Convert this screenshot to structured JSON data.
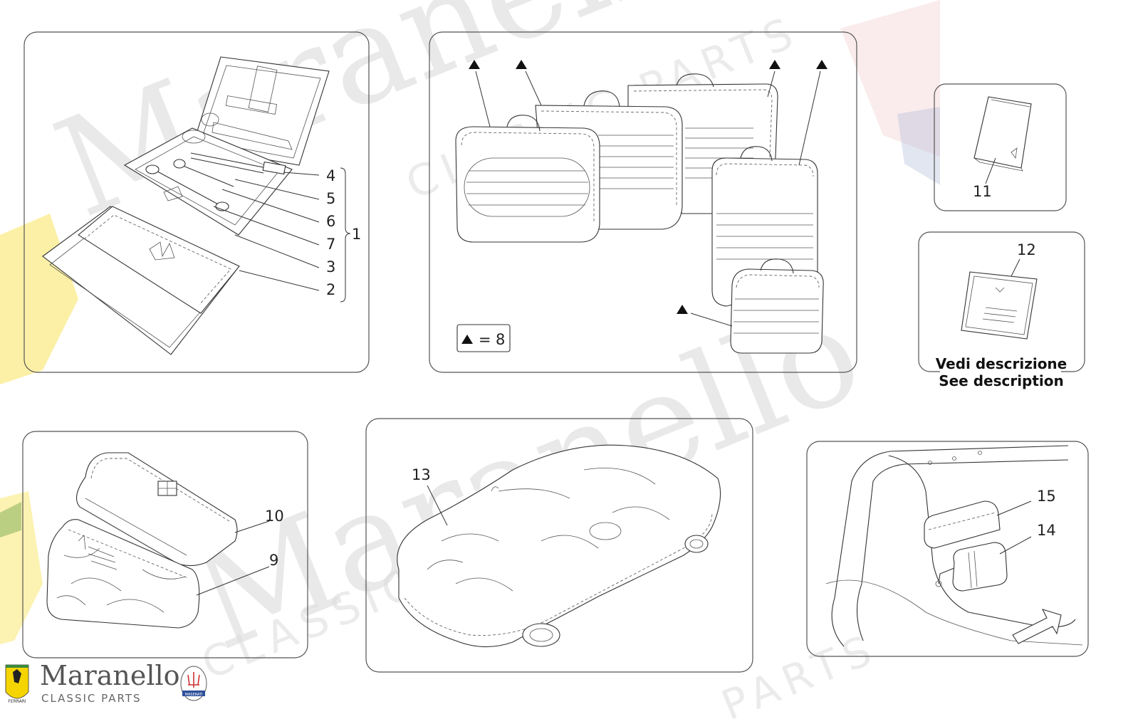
{
  "watermark": {
    "big": "Maranello",
    "small": "CLASSIC PARTS",
    "small2": "PARTS"
  },
  "labels": {
    "p1": [
      "4",
      "5",
      "6",
      "7",
      "3",
      "2",
      "1"
    ],
    "p3_legend_value": "8",
    "p3_legend_equals": "=",
    "p4": "11",
    "p5_num": "12",
    "p5_line1": "Vedi descrizione",
    "p5_line2": "See description",
    "p6": [
      "10",
      "9"
    ],
    "p7": "13",
    "p8": [
      "15",
      "14"
    ]
  },
  "footer": {
    "brand": "Maranello",
    "sub": "CLASSIC PARTS",
    "ferrari_badge": "FERRARI",
    "maserati_badge": "MASERATI"
  },
  "colors": {
    "ferrari_yellow": "#f5d400",
    "stroke": "#333333",
    "watermark": "#d8d8d8"
  }
}
